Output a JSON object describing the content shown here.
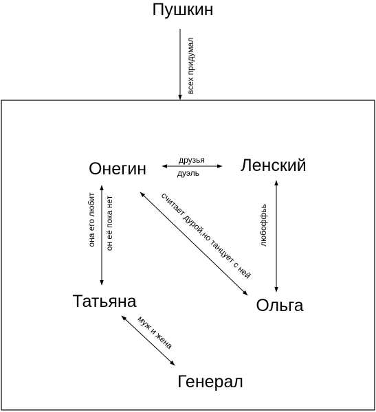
{
  "nodes": {
    "pushkin": "Пушкин",
    "onegin": "Онегин",
    "lensky": "Ленский",
    "tatyana": "Татьяна",
    "olga": "Ольга",
    "general": "Генерал"
  },
  "edges": {
    "pushkin_frame": "всех придумал",
    "onegin_lensky_top": "друзья",
    "onegin_lensky_bottom": "дуэль",
    "lensky_olga": "любоффьь",
    "onegin_olga": "считает дурой,но танцует с ней",
    "tatyana_onegin_outer": "она его любит",
    "tatyana_onegin_inner": "он её пока нет",
    "tatyana_general": "муж и жена"
  }
}
